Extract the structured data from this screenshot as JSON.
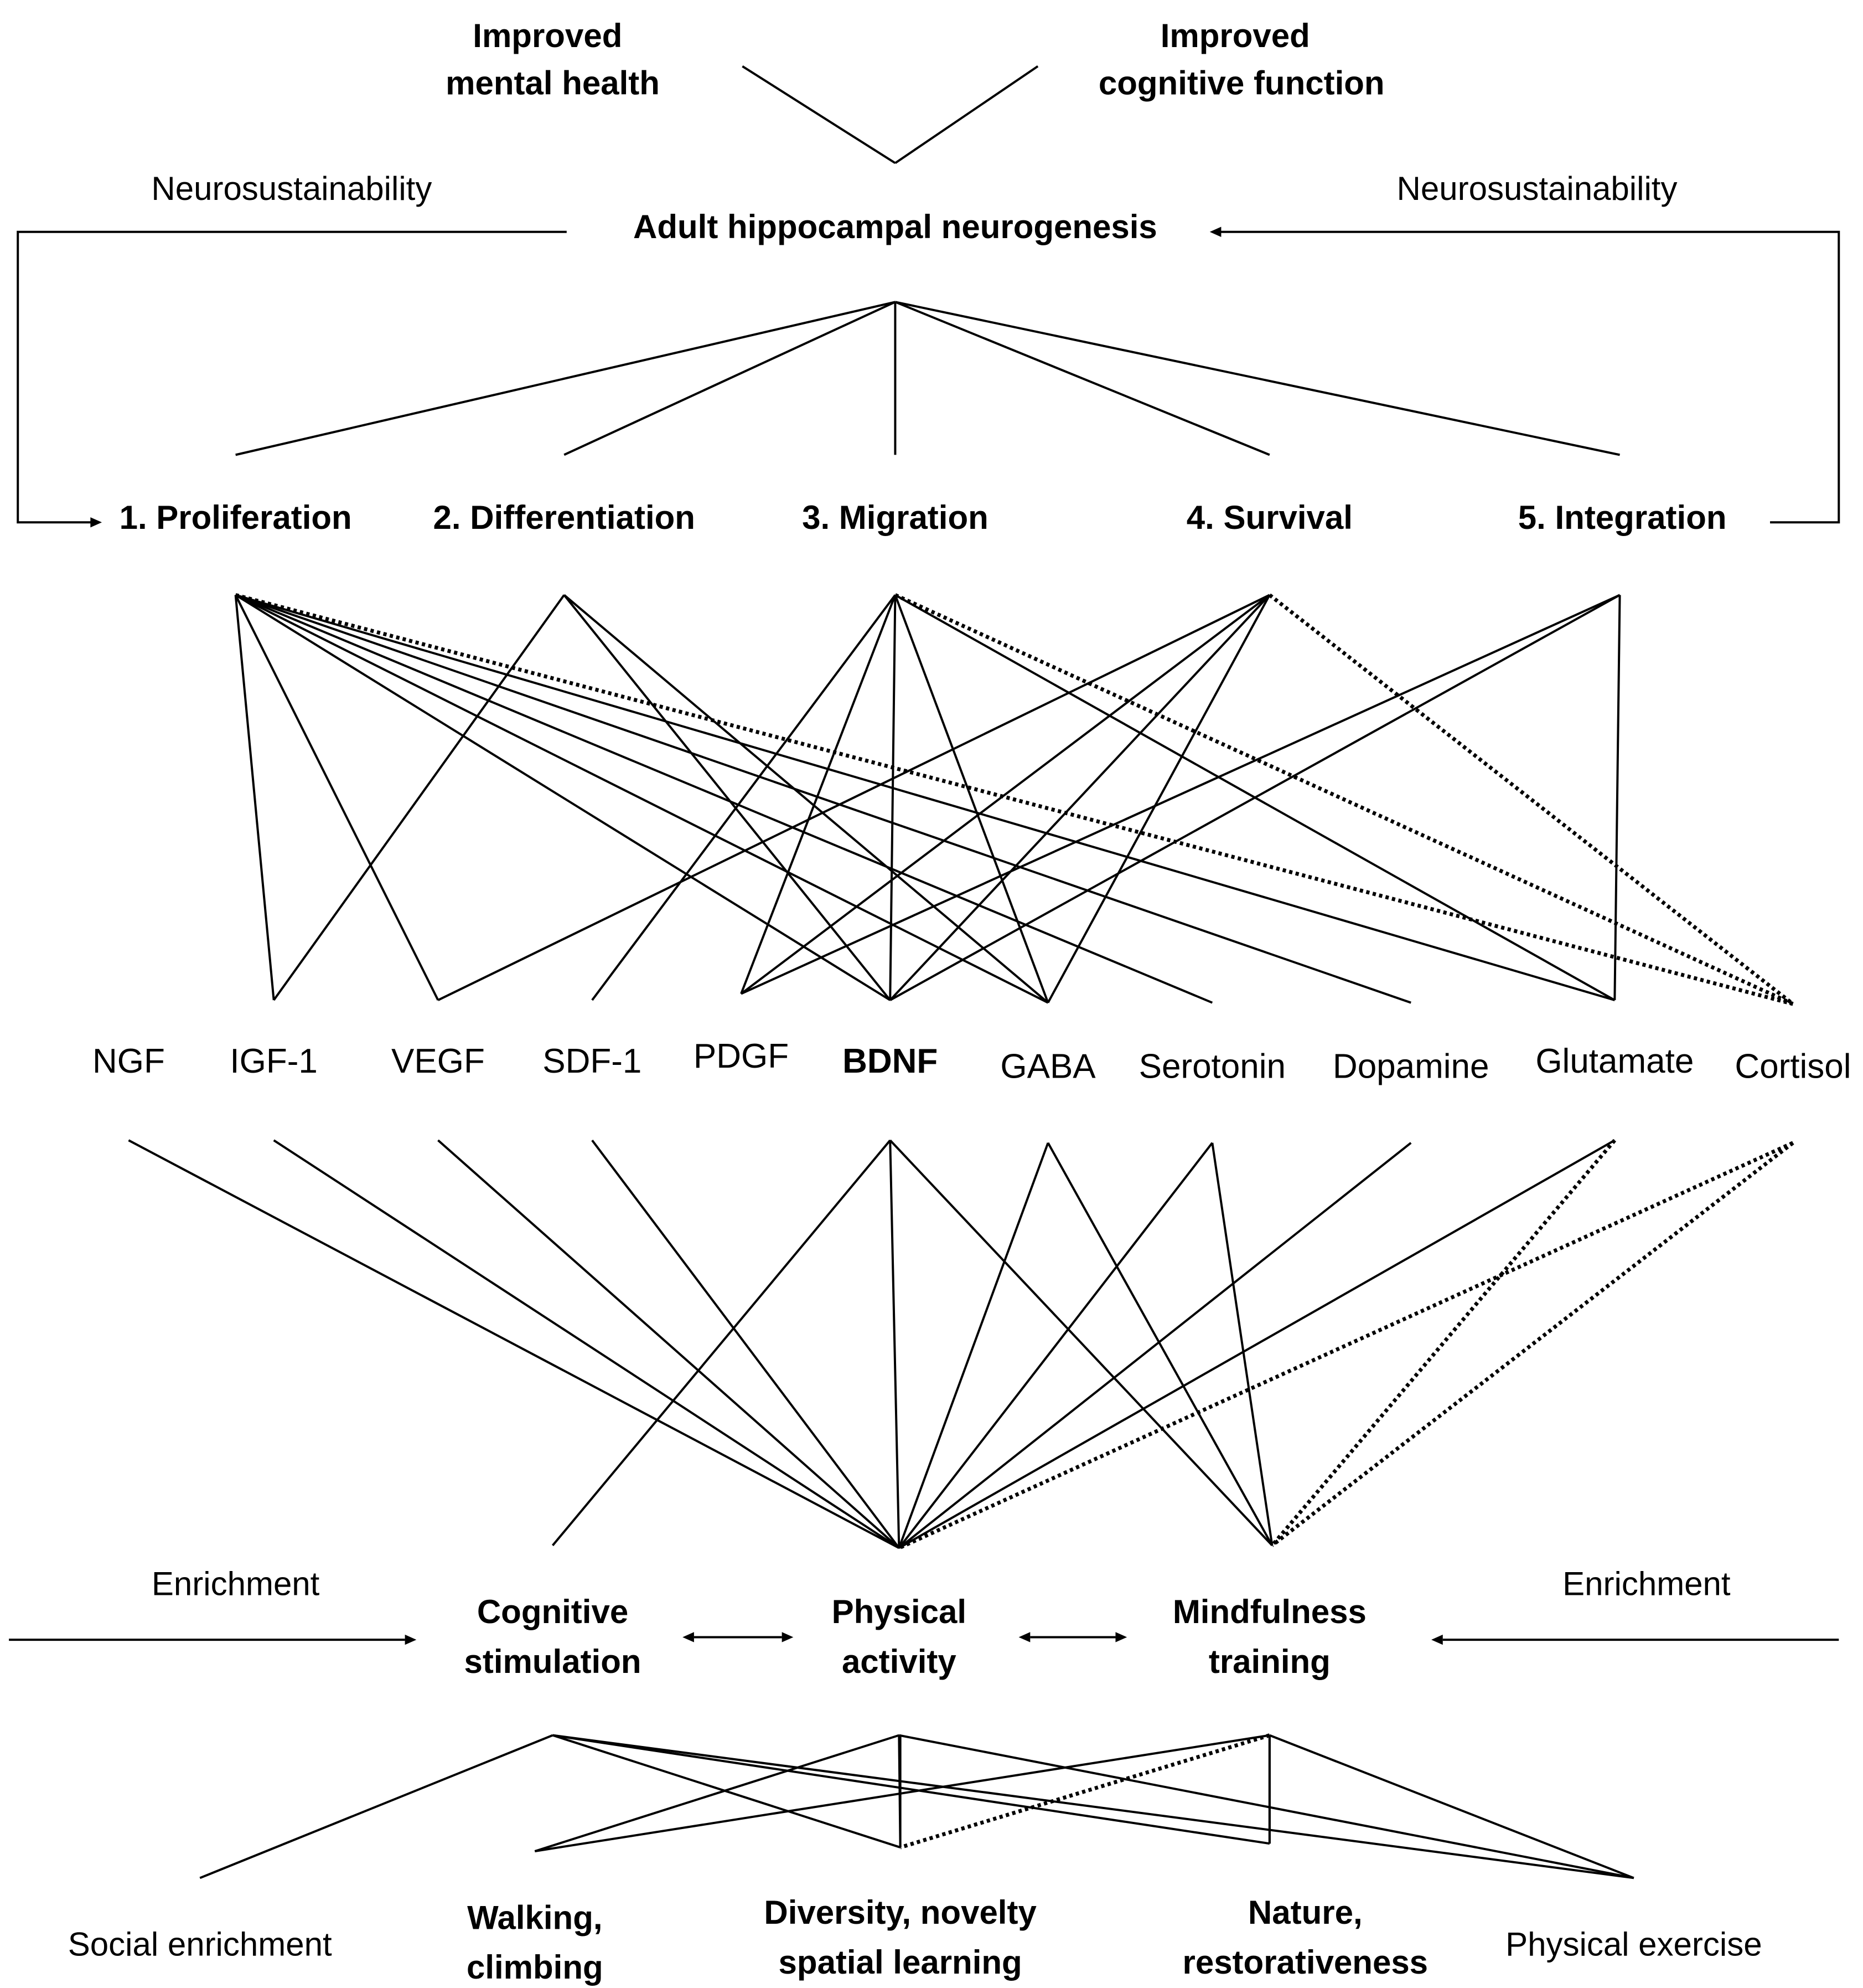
{
  "outcomes": {
    "mental_health": [
      "Improved",
      "mental health"
    ],
    "cognitive_function": [
      "Improved",
      "cognitive function"
    ]
  },
  "center": {
    "title": "Adult hippocampal neurogenesis",
    "left_loop_label": "Neurosustainability",
    "right_loop_label": "Neurosustainability"
  },
  "stages": [
    "1. Proliferation",
    "2. Differentiation",
    "3. Migration",
    "4. Survival",
    "5. Integration"
  ],
  "factors": [
    {
      "label": "NGF",
      "emphasis": false
    },
    {
      "label": "IGF-1",
      "emphasis": false
    },
    {
      "label": "VEGF",
      "emphasis": false
    },
    {
      "label": "SDF-1",
      "emphasis": false
    },
    {
      "label": "PDGF",
      "emphasis": false
    },
    {
      "label": "BDNF",
      "emphasis": true
    },
    {
      "label": "GABA",
      "emphasis": false
    },
    {
      "label": "Serotonin",
      "emphasis": false
    },
    {
      "label": "Dopamine",
      "emphasis": false
    },
    {
      "label": "Glutamate",
      "emphasis": false
    },
    {
      "label": "Cortisol",
      "emphasis": false
    }
  ],
  "interventions": {
    "left_enrichment_label": "Enrichment",
    "right_enrichment_label": "Enrichment",
    "items": [
      [
        "Cognitive",
        "stimulation"
      ],
      [
        "Physical",
        "activity"
      ],
      [
        "Mindfulness",
        "training"
      ]
    ]
  },
  "components": [
    {
      "lines": [
        "Social enrichment"
      ],
      "emphasis": false
    },
    {
      "lines": [
        "Walking,",
        "climbing"
      ],
      "emphasis": true
    },
    {
      "lines": [
        "Diversity, novelty",
        "spatial learning"
      ],
      "emphasis": true
    },
    {
      "lines": [
        "Nature,",
        "restorativeness"
      ],
      "emphasis": true
    },
    {
      "lines": [
        "Physical exercise"
      ],
      "emphasis": false
    }
  ],
  "links": {
    "outcomes_converge": true,
    "stage_links": [
      {
        "stage": 0,
        "factors": [
          1,
          2,
          5,
          6,
          7,
          8,
          9
        ],
        "dotted_factors": [
          10
        ]
      },
      {
        "stage": 1,
        "factors": [
          1,
          5,
          6
        ],
        "dotted_factors": []
      },
      {
        "stage": 2,
        "factors": [
          3,
          4,
          5,
          6,
          9
        ],
        "dotted_factors": [
          10
        ]
      },
      {
        "stage": 3,
        "factors": [
          2,
          4,
          5,
          6
        ],
        "dotted_factors": [
          10
        ]
      },
      {
        "stage": 4,
        "factors": [
          4,
          5,
          9
        ],
        "dotted_factors": []
      }
    ],
    "factor_intervention_links": [
      {
        "factor": 0,
        "intervention": 1,
        "dotted": false
      },
      {
        "factor": 1,
        "intervention": 1,
        "dotted": false
      },
      {
        "factor": 2,
        "intervention": 1,
        "dotted": false
      },
      {
        "factor": 3,
        "intervention": 1,
        "dotted": false
      },
      {
        "factor": 5,
        "intervention": 0,
        "dotted": false
      },
      {
        "factor": 5,
        "intervention": 1,
        "dotted": false
      },
      {
        "factor": 5,
        "intervention": 2,
        "dotted": false
      },
      {
        "factor": 6,
        "intervention": 1,
        "dotted": false
      },
      {
        "factor": 6,
        "intervention": 2,
        "dotted": false
      },
      {
        "factor": 7,
        "intervention": 1,
        "dotted": false
      },
      {
        "factor": 7,
        "intervention": 2,
        "dotted": false
      },
      {
        "factor": 8,
        "intervention": 1,
        "dotted": false
      },
      {
        "factor": 9,
        "intervention": 1,
        "dotted": false
      },
      {
        "factor": 9,
        "intervention": 2,
        "dotted": true
      },
      {
        "factor": 10,
        "intervention": 1,
        "dotted": true
      },
      {
        "factor": 10,
        "intervention": 2,
        "dotted": true
      }
    ],
    "intervention_component_links": [
      {
        "intervention": 0,
        "component": 0,
        "dotted": false
      },
      {
        "intervention": 0,
        "component": 2,
        "dotted": false
      },
      {
        "intervention": 0,
        "component": 3,
        "dotted": false
      },
      {
        "intervention": 0,
        "component": 4,
        "dotted": false
      },
      {
        "intervention": 1,
        "component": 1,
        "dotted": false
      },
      {
        "intervention": 1,
        "component": 2,
        "dotted": false
      },
      {
        "intervention": 1,
        "component": 4,
        "dotted": false
      },
      {
        "intervention": 2,
        "component": 1,
        "dotted": false
      },
      {
        "intervention": 2,
        "component": 2,
        "dotted": true
      },
      {
        "intervention": 2,
        "component": 3,
        "dotted": false
      },
      {
        "intervention": 2,
        "component": 4,
        "dotted": false
      }
    ]
  }
}
